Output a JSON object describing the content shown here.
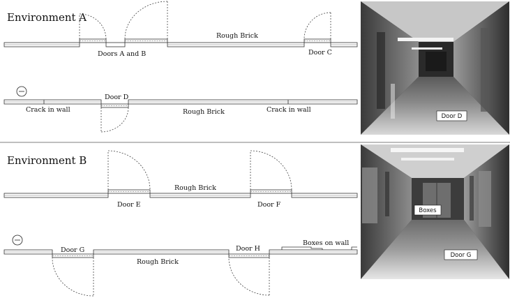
{
  "environment_a": {
    "title": "Environment A",
    "labels": {
      "doors_ab": "Doors A and B",
      "rough_brick_top": "Rough Brick",
      "door_c": "Door C",
      "door_d": "Door D",
      "crack_left": "Crack in wall",
      "rough_brick_bottom": "Rough Brick",
      "crack_right": "Crack in wall"
    },
    "photo_tag": "Door D"
  },
  "environment_b": {
    "title": "Environment B",
    "labels": {
      "rough_brick_top": "Rough Brick",
      "door_e": "Door E",
      "door_f": "Door F",
      "door_g": "Door G",
      "rough_brick_bottom": "Rough Brick",
      "door_h": "Door H",
      "boxes_on_wall": "Boxes on wall"
    },
    "photo_tags": {
      "boxes": "Boxes",
      "door_g": "Door G"
    }
  }
}
